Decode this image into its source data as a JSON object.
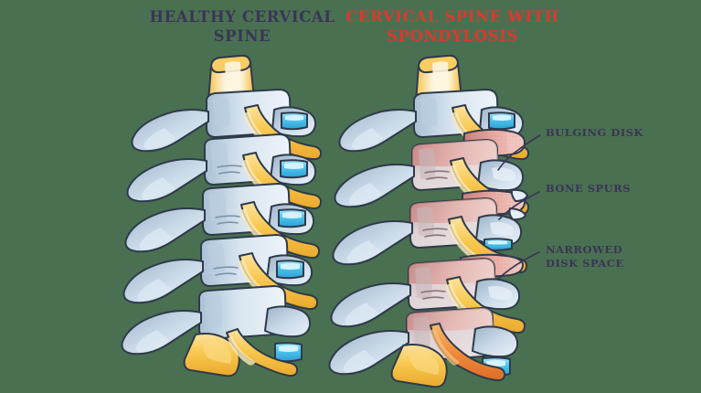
{
  "background_color": "#4a7052",
  "titles": {
    "healthy": {
      "text": "HEALTHY CERVICAL SPINE",
      "color": "#3a3556"
    },
    "diseased": {
      "text": "CERVICAL SPINE WITH SPONDYLOSIS",
      "color": "#d9392e"
    }
  },
  "callouts": [
    {
      "id": "bulging-disk",
      "text": "BULGING DISK",
      "color": "#3a3556"
    },
    {
      "id": "bone-spurs",
      "text": "BONE SPURS",
      "color": "#3a3556"
    },
    {
      "id": "narrowed-disk-space",
      "text": "NARROWED DISK SPACE",
      "color": "#3a3556"
    }
  ],
  "palette": {
    "bone_light": "#e8eff6",
    "bone_mid": "#c3d4e4",
    "bone_shadow": "#9fb6cc",
    "bone_deep": "#8ba5bd",
    "outline": "#2e3a4a",
    "disc_cyan": "#4fc6ef",
    "disc_cyan_light": "#9fe2fa",
    "nerve_yellow": "#f7c24b",
    "nerve_yellow_light": "#fde3a0",
    "cord_cream": "#fdf3d8",
    "inflamed_rose": "#d98b86",
    "inflamed_light": "#f0c3bd",
    "nerve_orange": "#ef8b3c",
    "disc_blue_deep": "#2e9fd4"
  },
  "diagram": {
    "type": "medical-illustration",
    "subject": "cervical spine comparison",
    "panels": [
      {
        "name": "healthy-spine",
        "side": "left",
        "vertebrae_count": 5
      },
      {
        "name": "spondylosis-spine",
        "side": "right",
        "vertebrae_count": 5
      }
    ]
  }
}
